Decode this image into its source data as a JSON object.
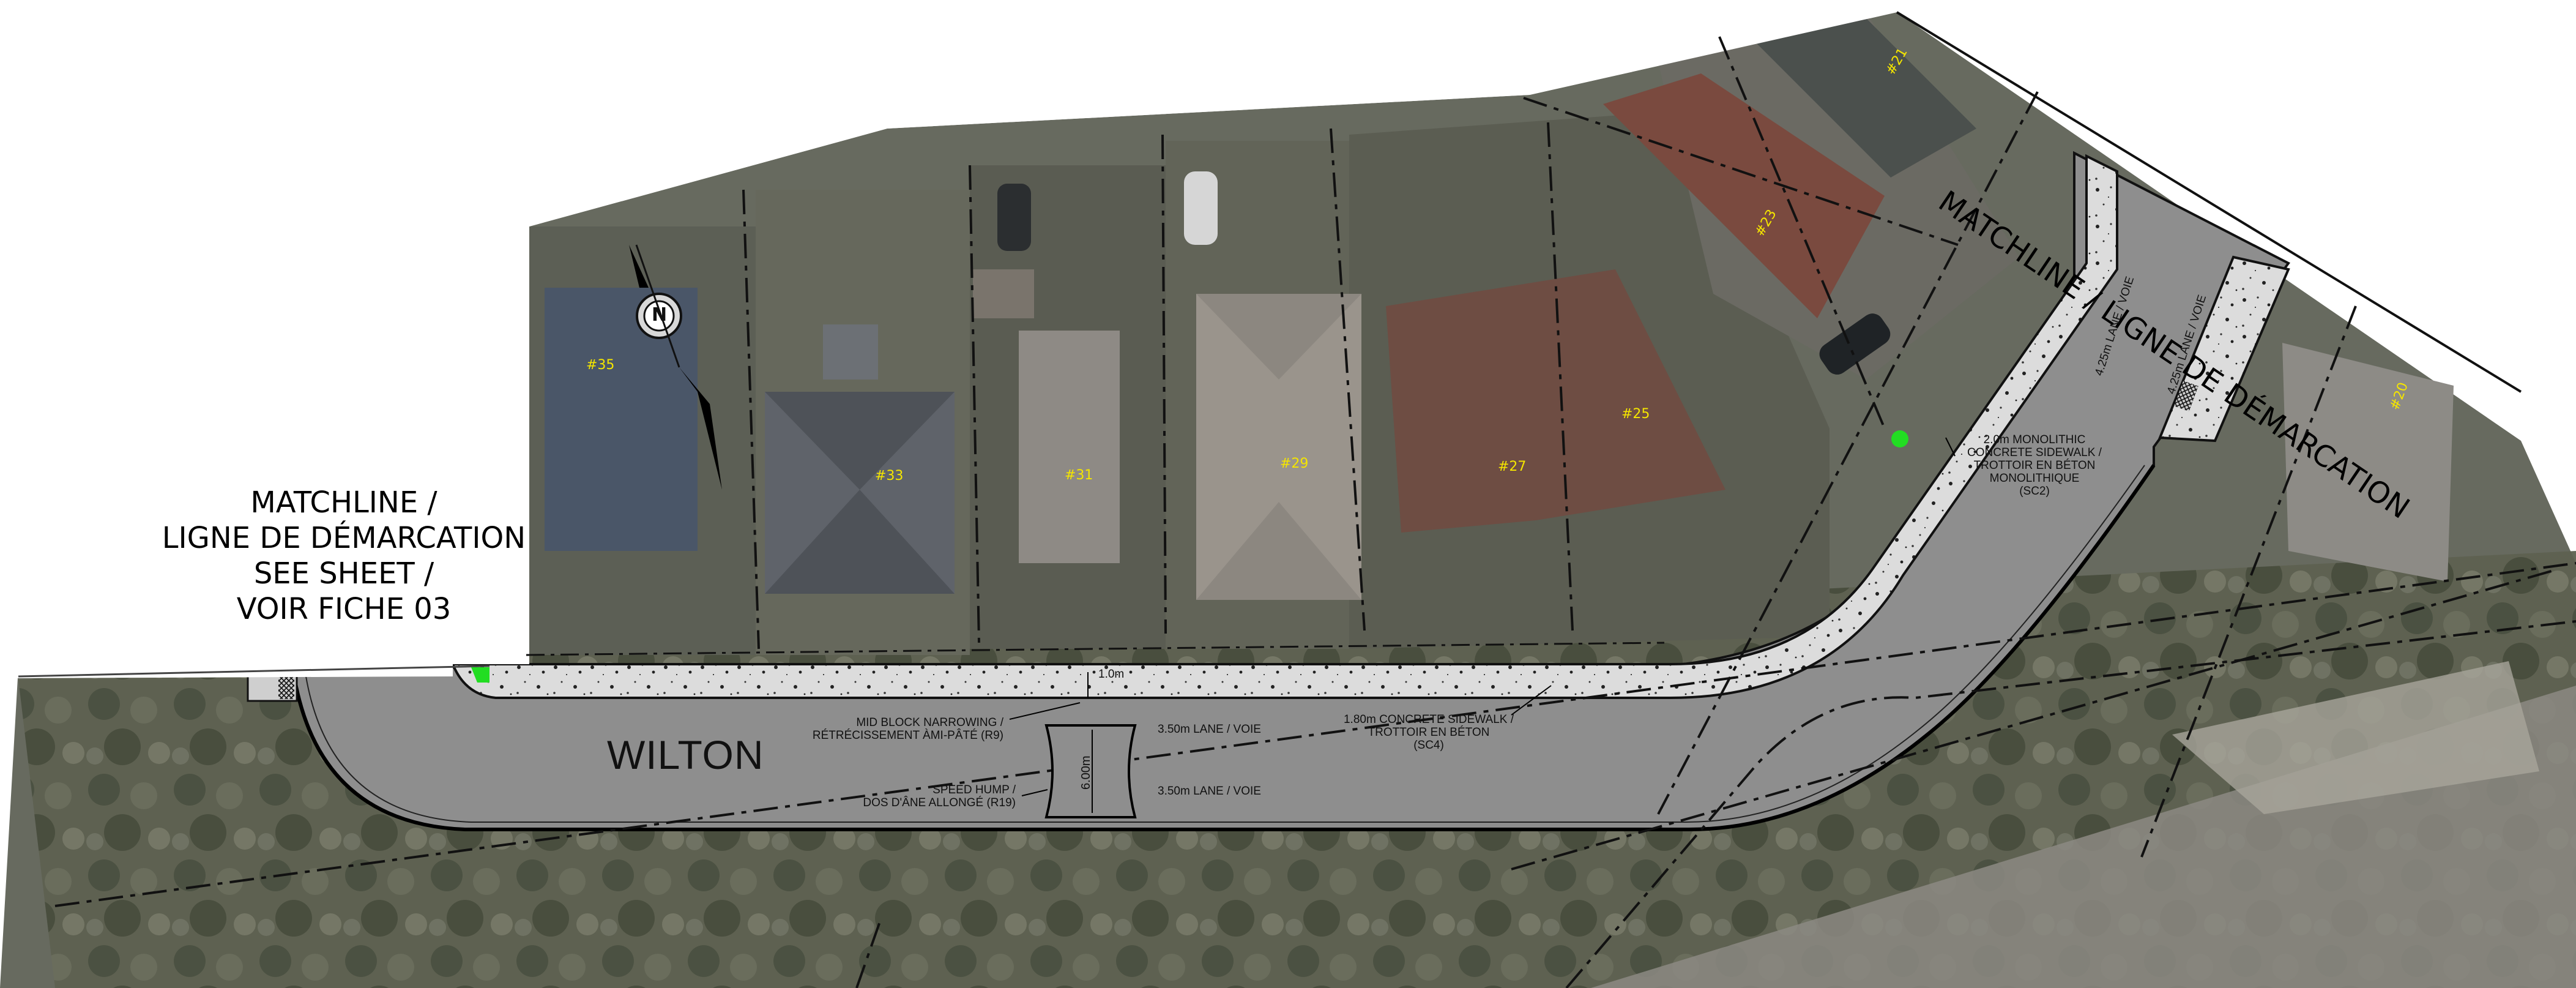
{
  "street": {
    "name": "WILTON"
  },
  "matchline_left": {
    "lines": [
      "MATCHLINE /",
      "LIGNE DE DÉMARCATION",
      "SEE SHEET /",
      "VOIR FICHE 03"
    ]
  },
  "matchline_right": {
    "text": "MATCHLINE / LIGNE DE DÉMARCATION"
  },
  "north_arrow": {
    "letter": "N",
    "icon": "north-arrow-icon"
  },
  "houses": [
    "#35",
    "#33",
    "#31",
    "#29",
    "#27",
    "#25",
    "#23",
    "#21",
    "#20"
  ],
  "annotations": {
    "mid_block": {
      "line1": "MID BLOCK NARROWING /",
      "line2": "RÉTRÉCISSEMENT ÀMI-PÂTÉ (R9)"
    },
    "speed_hump": {
      "line1": "SPEED HUMP /",
      "line2": "DOS D'ÂNE ALLONGÉ (R19)"
    },
    "hump_width": "6.00m",
    "offset": "1.0m",
    "lane_north": "3.50m LANE / VOIE",
    "lane_south": "3.50m LANE / VOIE",
    "sidewalk_sc4": {
      "line1": "1.80m CONCRETE SIDEWALK /",
      "line2": "TROTTOIR EN BÉTON",
      "line3": "(SC4)"
    },
    "sidewalk_sc2": {
      "line1": "2.0m MONOLITHIC",
      "line2": "CONCRETE SIDEWALK /",
      "line3": "TROTTOIR EN BÉTON",
      "line4": "MONOLITHIQUE",
      "line5": "(SC2)"
    },
    "lane_ne_1": "4.25m LANE / VOIE",
    "lane_ne_2": "4.25m LANE / VOIE"
  },
  "colors": {
    "road": "#8e8e8e",
    "sidewalk": "#dcdcdc",
    "marker": "#22dd22",
    "house_label": "#f4e500",
    "aerial_dark": "#4f5347",
    "aerial_vegetation": "#6b6f5e"
  }
}
